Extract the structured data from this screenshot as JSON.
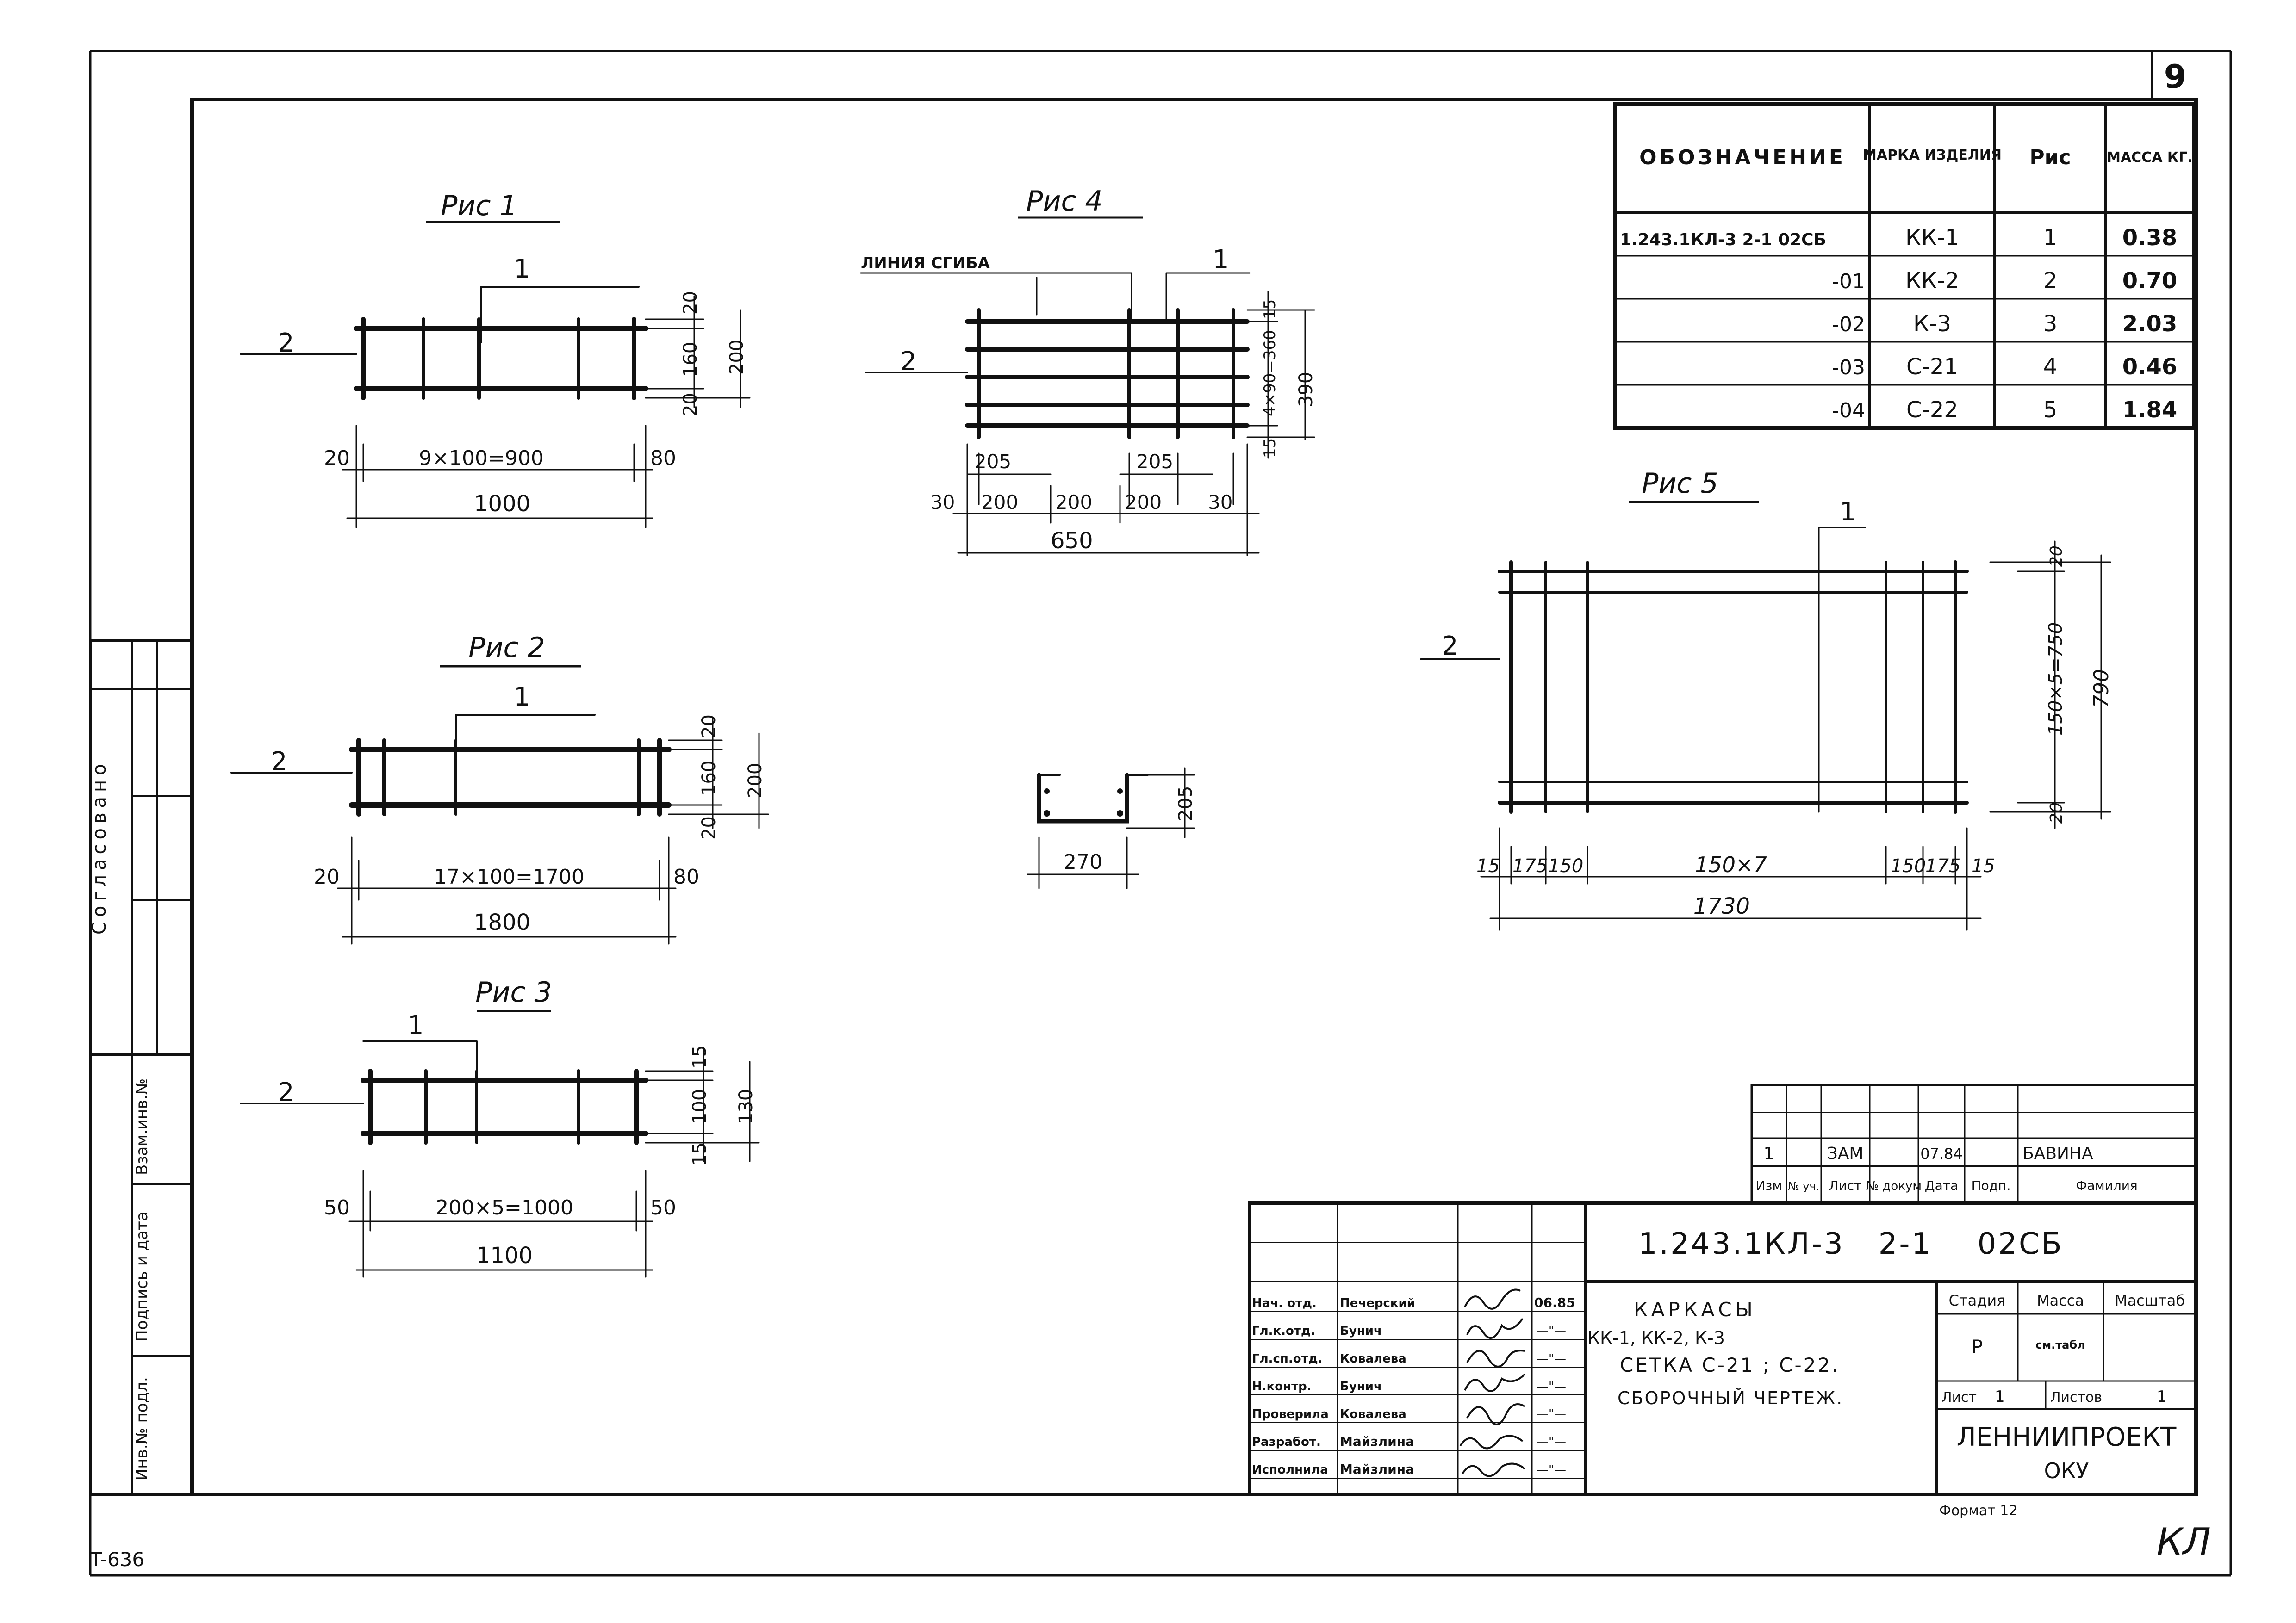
{
  "sheet_number": "9",
  "corner_marks": {
    "bottom_left": "T-636",
    "bottom_right": "КЛ"
  },
  "left_strip": {
    "agreed": "Согласовано",
    "replace_inv": "Взам.инв.№",
    "sign_date": "Подпись и дата",
    "inv_orig": "Инв.№ подл."
  },
  "spec_table": {
    "headers": [
      "ОБОЗНАЧЕНИЕ",
      "МАРКА ИЗДЕЛИЯ",
      "Рис",
      "МАССА КГ."
    ],
    "rows": [
      [
        "1.243.1КЛ-3 2-1   02СБ",
        "КК-1",
        "1",
        "0.38"
      ],
      [
        "-01",
        "КК-2",
        "2",
        "0.70"
      ],
      [
        "-02",
        "К-3",
        "3",
        "2.03"
      ],
      [
        "-03",
        "С-21",
        "4",
        "0.46"
      ],
      [
        "-04",
        "С-22",
        "5",
        "1.84"
      ]
    ]
  },
  "figures": {
    "fig1": {
      "title": "Рис 1",
      "callouts": [
        "1",
        "2"
      ],
      "dims": [
        "20",
        "160",
        "200",
        "20",
        "20",
        "9×100=900",
        "80",
        "1000"
      ]
    },
    "fig2": {
      "title": "Рис 2",
      "callouts": [
        "1",
        "2"
      ],
      "dims": [
        "20",
        "160",
        "200",
        "20",
        "20",
        "17×100=1700",
        "80",
        "1800"
      ]
    },
    "fig3": {
      "title": "Рис 3",
      "callouts": [
        "1",
        "2"
      ],
      "dims": [
        "15",
        "100",
        "130",
        "15",
        "50",
        "200×5=1000",
        "50",
        "1100"
      ]
    },
    "fig4": {
      "title": "Рис 4",
      "fold_line": "ЛИНИЯ СГИБА",
      "callouts": [
        "1",
        "2"
      ],
      "dims": [
        "15",
        "4×90=360",
        "390",
        "15",
        "205",
        "205",
        "30",
        "200",
        "200",
        "200",
        "30",
        "650"
      ]
    },
    "fig4_section": {
      "dims": [
        "205",
        "270"
      ]
    },
    "fig5": {
      "title": "Рис 5",
      "callouts": [
        "1",
        "2"
      ],
      "dims": [
        "20",
        "150×5=750",
        "790",
        "20",
        "15",
        "175",
        "150",
        "150×7",
        "150",
        "175",
        "15",
        "1730"
      ]
    }
  },
  "revision": {
    "row": [
      "1",
      "",
      "ЗАМ",
      "",
      "07.84",
      "",
      "БАВИНА"
    ],
    "headers": [
      "Изм",
      "№ уч.",
      "Лист",
      "№ докум",
      "Дата",
      "Подп.",
      "Фамилия"
    ]
  },
  "title_block": {
    "doc_code": "1.243.1КЛ-3   2-1    02СБ",
    "signers": [
      {
        "role": "Нач. отд.",
        "name": "Печерский",
        "date": "06.85"
      },
      {
        "role": "Гл.к.отд.",
        "name": "Бунич",
        "date": "—\"—"
      },
      {
        "role": "Гл.сп.отд.",
        "name": "Ковалева",
        "date": "—\"—"
      },
      {
        "role": "Н.контр.",
        "name": "Бунич",
        "date": "—\"—"
      },
      {
        "role": "Проверила",
        "name": "Ковалева",
        "date": "—\"—"
      },
      {
        "role": "Разработ.",
        "name": "Майзлина",
        "date": "—\"—"
      },
      {
        "role": "Исполнила",
        "name": "Майзлина",
        "date": "—\"—"
      }
    ],
    "name_lines": [
      "КАРКАСЫ",
      "КК-1, КК-2, К-3",
      "СЕТКА С-21 ; С-22.",
      "СБОРОЧНЫЙ ЧЕРТЕЖ."
    ],
    "stage_label": "Стадия",
    "mass_label": "Масса",
    "scale_label": "Масштаб",
    "stage": "Р",
    "mass": "см.табл",
    "sheet_label": "Лист",
    "sheet": "1",
    "sheets_label": "Листов",
    "sheets": "1",
    "org_line1": "ЛЕННИИПРОЕКТ",
    "org_line2": "ОКУ",
    "format": "Формат 12"
  }
}
